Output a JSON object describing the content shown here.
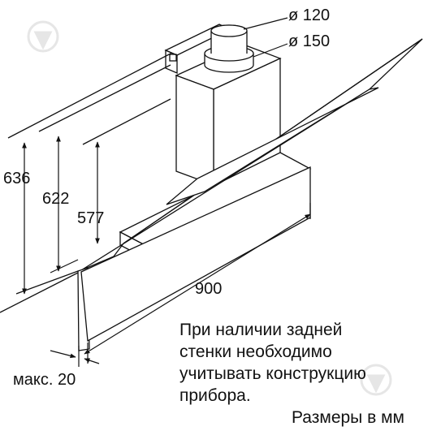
{
  "dimensions": {
    "duct_small": "ø 120",
    "duct_large": "ø 150",
    "height_total": "636",
    "height_mid": "622",
    "height_low": "577",
    "width": "900",
    "wall_gap": "макс. 20"
  },
  "note_lines": [
    "При наличии задней",
    "стенки необходимо",
    "учитывать конструкцию",
    "прибора."
  ],
  "units": "Размеры в мм",
  "watermark_color": "#e6e6e6"
}
